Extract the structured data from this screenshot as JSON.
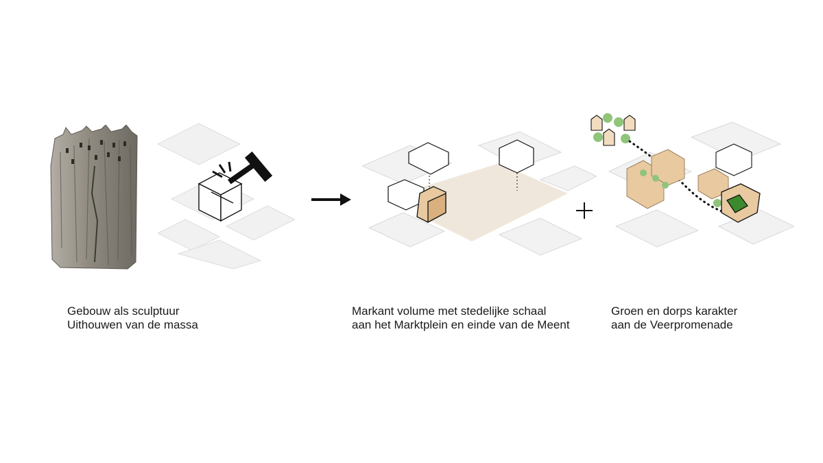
{
  "captions": {
    "sculpture": {
      "line1": "Gebouw als sculptuur",
      "line2": "Uithouwen van de massa"
    },
    "market": {
      "line1": "Markant volume met stedelijke schaal",
      "line2": "aan het Marktplein en einde van de Meent"
    },
    "green": {
      "line1": "Groen en dorps karakter",
      "line2": "aan de Veerpromenade"
    }
  },
  "colors": {
    "accent_timber": "#e8c9a0",
    "accent_timber_dark": "#d9b07e",
    "tree_green": "#8fc47a",
    "tree_green_dark": "#3d8a2e",
    "stone": "#9a958c",
    "line": "#111111"
  },
  "icons": {
    "hammer": "hammer-icon",
    "arrow": "arrow-right-icon",
    "plus": "plus-icon"
  }
}
